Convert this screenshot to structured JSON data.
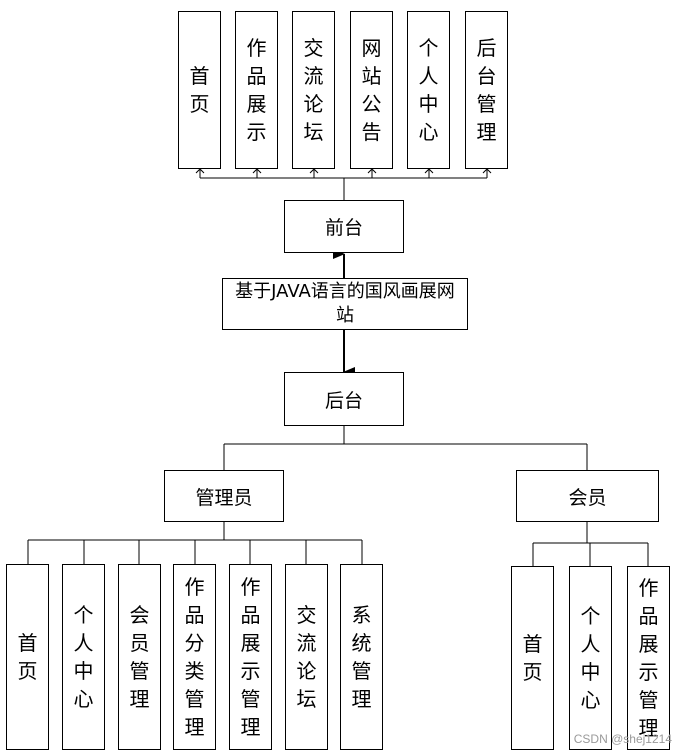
{
  "center": {
    "label": "基于JAVA语言的国风画展网站"
  },
  "frontend": {
    "label": "前台",
    "items": [
      "首页",
      "作品展示",
      "交流论坛",
      "网站公告",
      "个人中心",
      "后台管理"
    ]
  },
  "backend": {
    "label": "后台",
    "admin": {
      "label": "管理员",
      "items": [
        "首页",
        "个人中心",
        "会员管理",
        "作品分类管理",
        "作品展示管理",
        "交流论坛",
        "系统管理"
      ]
    },
    "member": {
      "label": "会员",
      "items": [
        "首页",
        "个人中心",
        "作品展示管理"
      ]
    }
  },
  "watermark": "CSDN @shej1214"
}
